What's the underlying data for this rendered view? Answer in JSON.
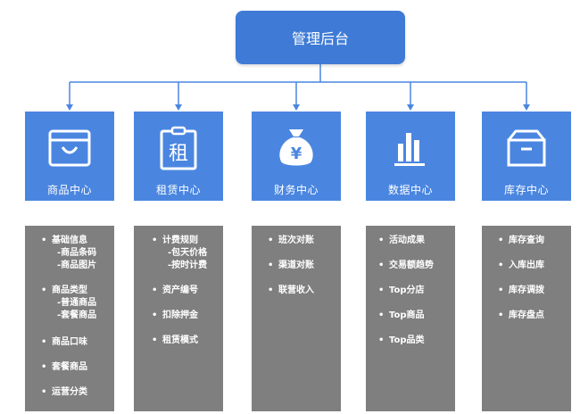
{
  "root": {
    "label": "管理后台"
  },
  "colors": {
    "root": "#3f7bd6",
    "module": "#4a86e0",
    "panel": "#7f7f7f",
    "line": "#4a86e0"
  },
  "modules": [
    {
      "label": "商品中心",
      "icon": "shopping-bag-icon",
      "items": [
        {
          "text": "基础信息",
          "subs": [
            "-商品条码",
            "-商品图片"
          ]
        },
        {
          "text": "商品类型",
          "subs": [
            "-普通商品",
            "-套餐商品"
          ]
        },
        {
          "text": "商品口味",
          "subs": []
        },
        {
          "text": "套餐商品",
          "subs": []
        },
        {
          "text": "运营分类",
          "subs": []
        }
      ]
    },
    {
      "label": "租赁中心",
      "icon": "rent-clipboard-icon",
      "items": [
        {
          "text": "计费规则",
          "subs": [
            "-包天价格",
            "-按时计费"
          ]
        },
        {
          "text": "资产编号",
          "subs": []
        },
        {
          "text": "扣除押金",
          "subs": []
        },
        {
          "text": "租赁模式",
          "subs": []
        }
      ]
    },
    {
      "label": "财务中心",
      "icon": "money-bag-icon",
      "items": [
        {
          "text": "班次对账",
          "subs": []
        },
        {
          "text": "渠道对账",
          "subs": []
        },
        {
          "text": "联营收入",
          "subs": []
        }
      ]
    },
    {
      "label": "数据中心",
      "icon": "bar-chart-icon",
      "items": [
        {
          "text": "活动成果",
          "subs": []
        },
        {
          "text": "交易额趋势",
          "subs": []
        },
        {
          "text": "Top分店",
          "subs": []
        },
        {
          "text": "Top商品",
          "subs": []
        },
        {
          "text": "Top品类",
          "subs": []
        }
      ]
    },
    {
      "label": "库存中心",
      "icon": "box-icon",
      "items": [
        {
          "text": "库存查询",
          "subs": []
        },
        {
          "text": "入库出库",
          "subs": []
        },
        {
          "text": "库存调拨",
          "subs": []
        },
        {
          "text": "库存盘点",
          "subs": []
        }
      ]
    }
  ]
}
